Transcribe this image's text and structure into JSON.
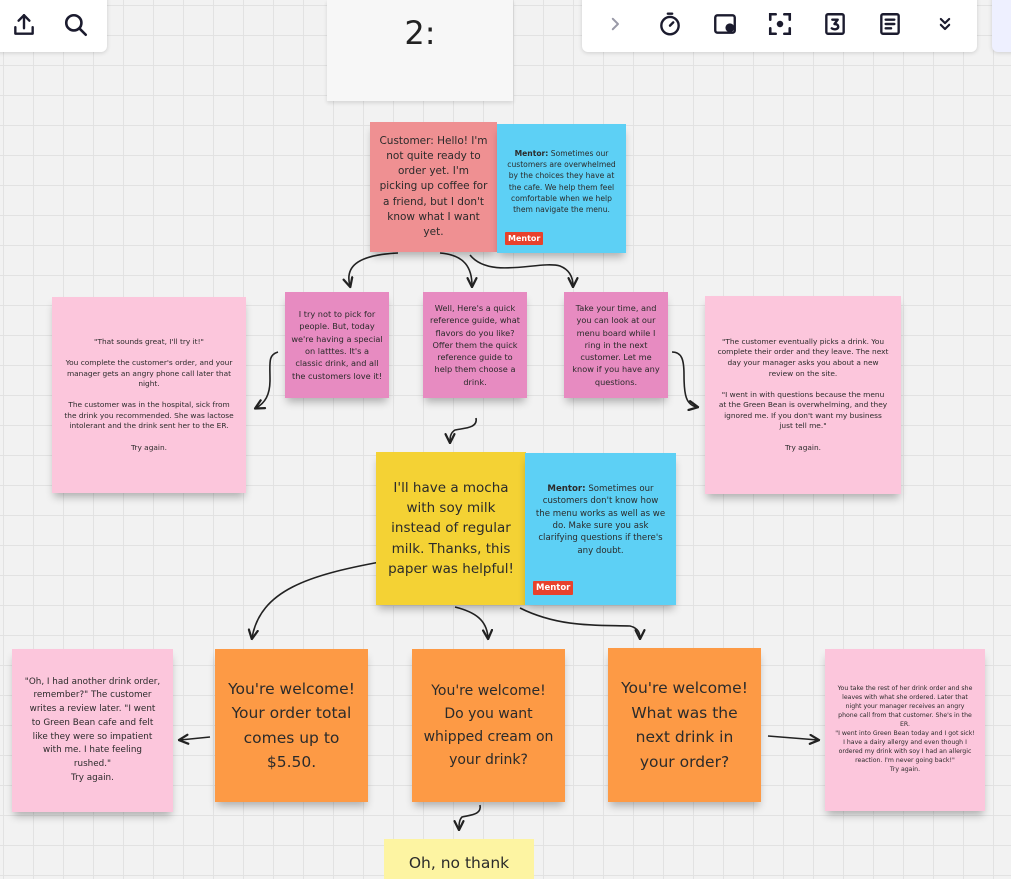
{
  "frame": {
    "title": "2:"
  },
  "notes": {
    "customer_hello": "Customer: Hello! I'm not quite ready to order yet. I'm picking up coffee for a friend, but I don't know what I want yet.",
    "mentor1_label": "Mentor:",
    "mentor1_text": " Sometimes our customers are overwhelmed by the choices they have at the cafe. We help them feel comfortable when we help them navigate the menu.",
    "mentor1_tag": "Mentor",
    "opt_special": "I try not to pick for people. But, today we're having a special on latttes. It's a classic drink, and all the customers love it!",
    "opt_guide": "Well, Here's a quick reference guide, what flavors do you like? Offer them the quick reference guide to help them choose a drink.",
    "opt_time": "Take your time, and you can look at our menu board while I ring in the next customer. Let me know if you have any questions.",
    "result_left": "\"That sounds great, I'll try it!\"\n\nYou complete the customer's order, and your manager gets an angry phone call later that night.\n\nThe customer was in the hospital, sick from the drink you recommended. She was lactose intolerant and the drink sent her to the ER.\n\nTry again.",
    "result_right": "\"The customer eventually picks a drink. You complete their order and they leave. The next day your manager asks you about a new review on the site.\n\n\"I went in with questions because the menu at the Green Bean is overwhelming, and they ignored me. If you don't want my business just tell me.\"\n\nTry again.",
    "mocha": "I'll have a mocha with soy milk instead of regular milk. Thanks, this paper was helpful!",
    "mentor2_label": "Mentor:",
    "mentor2_text": " Sometimes our customers don't know how the menu works as well as we do. Make sure you ask clarifying questions if there's any doubt.",
    "mentor2_tag": "Mentor",
    "total": "You're welcome! Your order total comes up to $5.50.",
    "whipped": "You're welcome! Do you  want whipped cream on your drink?",
    "next_drink": "You're welcome! What was the next drink in your order?",
    "result_bottom_left": "\"Oh, I had another drink order, remember?\" The customer writes a review later. \"I went to Green Bean cafe and felt like they were so impatient with me. I hate feeling rushed.\"\nTry again.",
    "result_bottom_right": "You take the rest of her drink order and she leaves with what she ordered. Later that night your manager receives an angry phone call from that customer. She's in the ER.\n\"I went into Green Bean today and I got sick! I have a dairy allergy and even though I ordered my drink with soy  I had an allergic reaction. I'm never going back!\"\nTry again.",
    "no_thanks": "Oh, no thank"
  },
  "colors": {
    "pink_light": "#fcc6dc",
    "pink_salmon": "#ef9092",
    "magenta": "#e78bc1",
    "cyan": "#5dd0f5",
    "yellow": "#f4d234",
    "orange": "#fd9a45",
    "pale_yellow": "#fdf4a2",
    "tag_red": "#e8412c"
  },
  "toolbar_left": [
    "export-icon",
    "search-icon"
  ],
  "toolbar_right": [
    "chevron-right-icon",
    "timer-icon",
    "card-icon",
    "focus-icon",
    "countdown-icon",
    "notes-icon",
    "chevron-double-down-icon"
  ]
}
